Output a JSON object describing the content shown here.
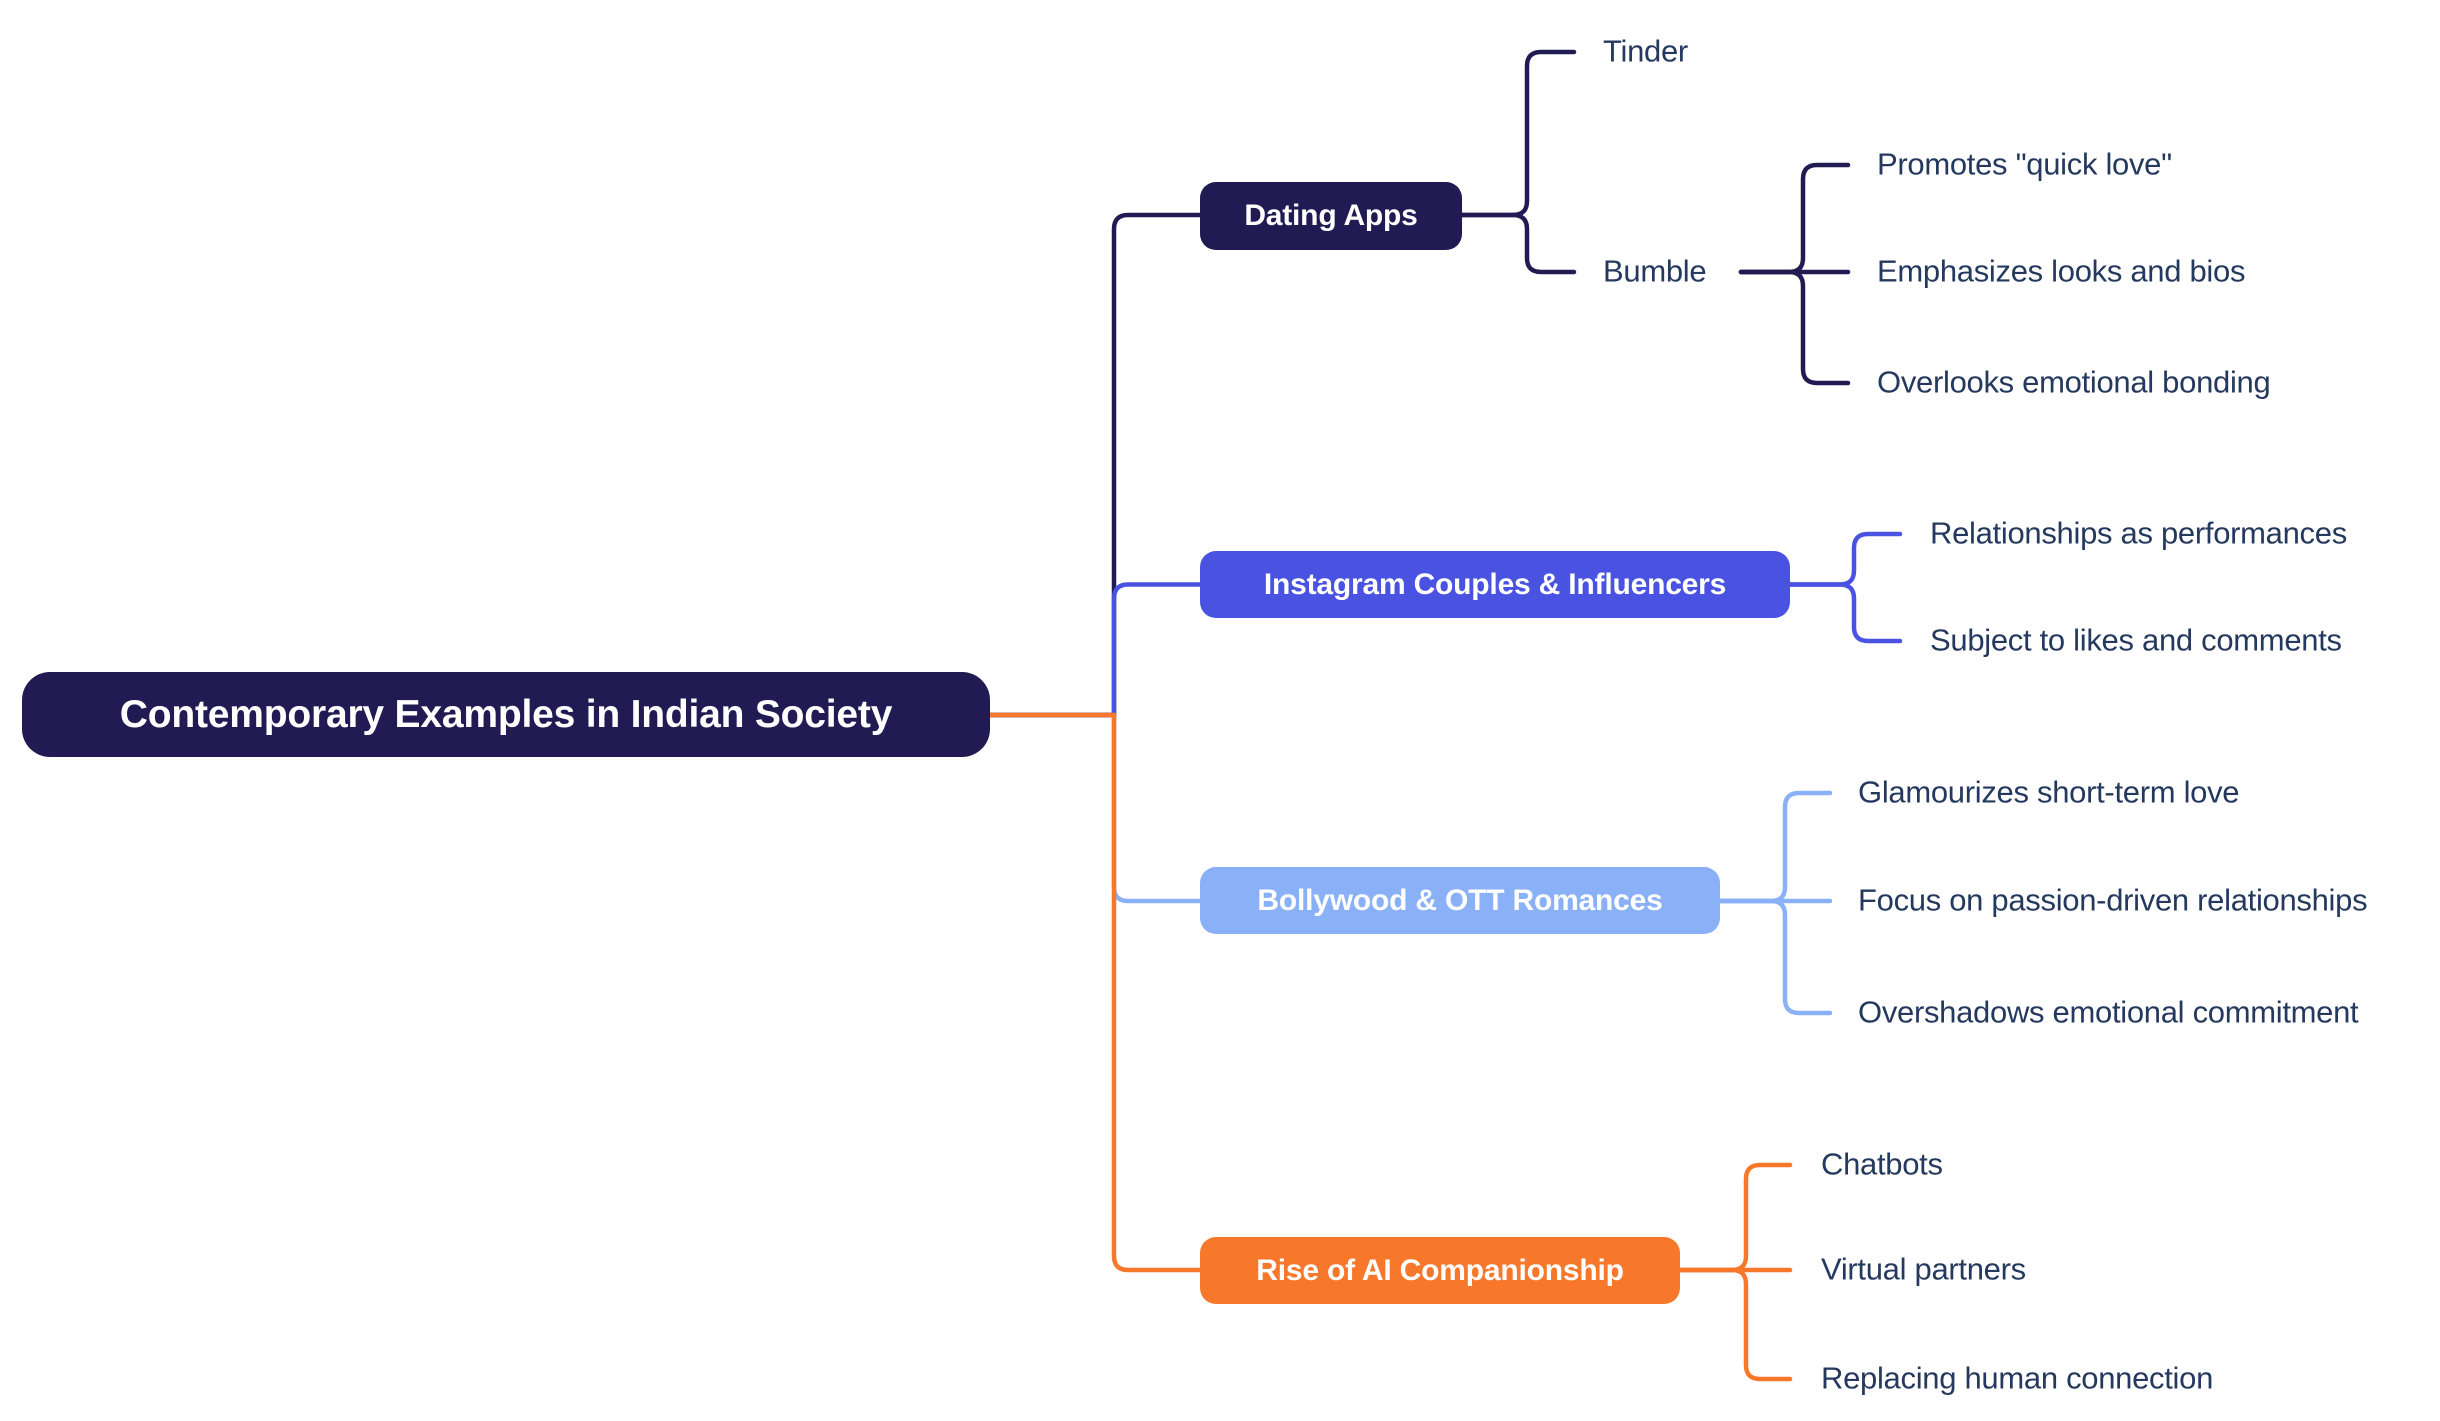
{
  "root": {
    "label": "Contemporary Examples in Indian Society"
  },
  "branches": [
    {
      "label": "Dating Apps",
      "color": "#221a52",
      "children": [
        {
          "label": "Tinder"
        },
        {
          "label": "Bumble",
          "children": [
            {
              "label": "Promotes \"quick love\""
            },
            {
              "label": "Emphasizes looks and bios"
            },
            {
              "label": "Overlooks emotional bonding"
            }
          ]
        }
      ]
    },
    {
      "label": "Instagram Couples & Influencers",
      "color": "#4a53e1",
      "children": [
        {
          "label": "Relationships as performances"
        },
        {
          "label": "Subject to likes and comments"
        }
      ]
    },
    {
      "label": "Bollywood & OTT Romances",
      "color": "#8ab1f7",
      "children": [
        {
          "label": "Glamourizes short-term love"
        },
        {
          "label": "Focus on passion-driven relationships"
        },
        {
          "label": "Overshadows emotional commitment"
        }
      ]
    },
    {
      "label": "Rise of AI Companionship",
      "color": "#f8782b",
      "children": [
        {
          "label": "Chatbots"
        },
        {
          "label": "Virtual partners"
        },
        {
          "label": "Replacing human connection"
        }
      ]
    }
  ],
  "colors": {
    "background": "#ffffff",
    "root_node": "#221a52",
    "dating_branch": "#221a52",
    "instagram_branch": "#4a53e1",
    "bollywood_branch": "#8ab1f7",
    "ai_branch": "#f8782b",
    "leaf_text": "#25395f",
    "node_text": "#ffffff"
  }
}
